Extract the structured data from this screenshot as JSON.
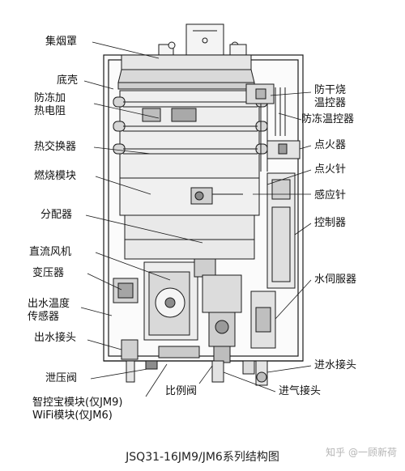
{
  "labels": {
    "smoke_hood": "集烟罩",
    "base_shell": "底壳",
    "antifreeze_heater_line1": "防冻加",
    "antifreeze_heater_line2": "热电阻",
    "heat_exchanger": "热交换器",
    "combustion_module": "燃烧模块",
    "distributor": "分配器",
    "dc_fan": "直流风机",
    "transformer": "变压器",
    "outlet_temp_sensor_line1": "出水温度",
    "outlet_temp_sensor_line2": "传感器",
    "outlet_water_joint": "出水接头",
    "pressure_relief_valve": "泄压阀",
    "smart_module_line1": "智控宝模块(仅JM9)",
    "smart_module_line2": "WiFi模块(仅JM6)",
    "proportional_valve": "比例阀",
    "dry_burn_temp_switch_line1": "防干烧",
    "dry_burn_temp_switch_line2": "温控器",
    "antifreeze_temp_switch": "防冻温控器",
    "igniter": "点火器",
    "ignition_pin": "点火针",
    "sensing_pin": "感应针",
    "controller": "控制器",
    "water_servo": "水伺服器",
    "inlet_water_joint": "进水接头",
    "gas_inlet_joint": "进气接头"
  },
  "caption": "JSQ31-16JM9/JM6系列结构图",
  "watermark": "知乎 @一顾新荷",
  "colors": {
    "line": "#1a1a1a",
    "fill_light": "#efefef",
    "fill_mid": "#dcdcdc",
    "fill_dark": "#9a9a9a",
    "bg": "#ffffff"
  }
}
